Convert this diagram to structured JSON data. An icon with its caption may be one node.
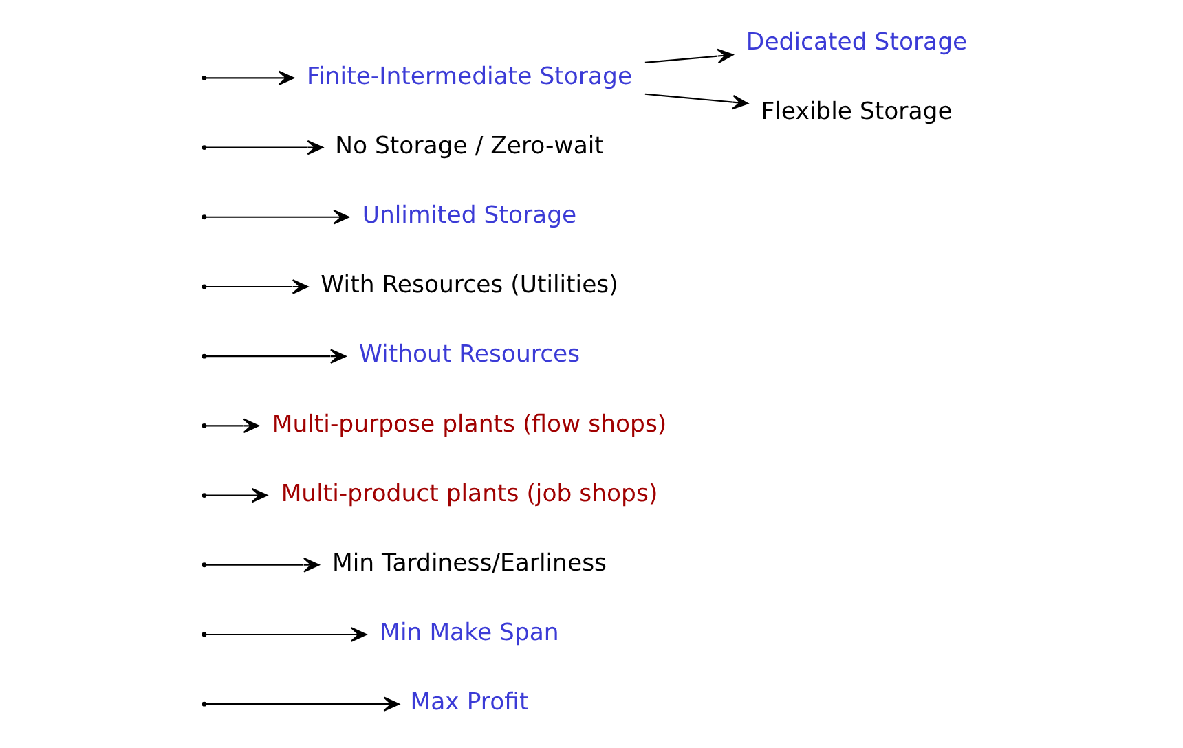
{
  "diagram": {
    "nodes": [
      {
        "text": [
          "Max Profit"
        ]
      },
      {
        "text": [
          "Min Make Span"
        ]
      },
      {
        "text": [
          "Min Tardiness/Earliness"
        ]
      },
      {
        "text": [
          "Multi-product plants (job shops)"
        ]
      },
      {
        "text": [
          "Multi-purpose plants (flow shops)"
        ]
      },
      {
        "text": [
          "Without Resources"
        ]
      },
      {
        "text": [
          "With Resources (Utilities)"
        ]
      },
      {
        "text": [
          "Unlimited Storage"
        ]
      },
      {
        "text": [
          "No Storage / Zero-wait"
        ]
      },
      {
        "text": [
          "Finite-Intermediate Storage"
        ]
      },
      {
        "text": [
          "Dedicated Storage"
        ]
      },
      {
        "text": [
          "Flexible Storage"
        ]
      }
    ],
    "edges": [
      {
        "from": null,
        "to": 0,
        "arrow": "to"
      },
      {
        "from": null,
        "to": 1,
        "arrow": "to"
      },
      {
        "from": null,
        "to": 2,
        "arrow": "to"
      },
      {
        "from": null,
        "to": 3,
        "arrow": "to"
      },
      {
        "from": null,
        "to": 4,
        "arrow": "to"
      },
      {
        "from": null,
        "to": 5,
        "arrow": "to"
      },
      {
        "from": null,
        "to": 6,
        "arrow": "to"
      },
      {
        "from": null,
        "to": 7,
        "arrow": "to"
      },
      {
        "from": null,
        "to": 8,
        "arrow": "to"
      },
      {
        "from": null,
        "to": 9,
        "arrow": "to"
      },
      {
        "from": 9,
        "to": 10,
        "arrow": "to"
      },
      {
        "from": 9,
        "to": 11,
        "arrow": "to"
      }
    ]
  }
}
